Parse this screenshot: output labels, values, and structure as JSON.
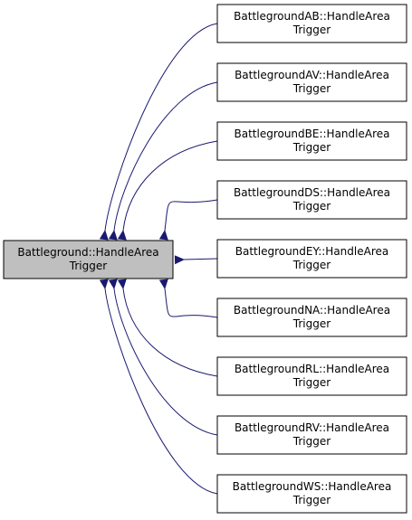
{
  "diagram": {
    "colors": {
      "root_fill": "#bfbfbf",
      "node_fill": "#ffffff",
      "border": "#000000",
      "edge": "#191970",
      "text": "#000000"
    },
    "root": {
      "line1": "Battleground::HandleArea",
      "line2": "Trigger"
    },
    "children": [
      {
        "line1": "BattlegroundAB::HandleArea",
        "line2": "Trigger"
      },
      {
        "line1": "BattlegroundAV::HandleArea",
        "line2": "Trigger"
      },
      {
        "line1": "BattlegroundBE::HandleArea",
        "line2": "Trigger"
      },
      {
        "line1": "BattlegroundDS::HandleArea",
        "line2": "Trigger"
      },
      {
        "line1": "BattlegroundEY::HandleArea",
        "line2": "Trigger"
      },
      {
        "line1": "BattlegroundNA::HandleArea",
        "line2": "Trigger"
      },
      {
        "line1": "BattlegroundRL::HandleArea",
        "line2": "Trigger"
      },
      {
        "line1": "BattlegroundRV::HandleArea",
        "line2": "Trigger"
      },
      {
        "line1": "BattlegroundWS::HandleArea",
        "line2": "Trigger"
      }
    ]
  }
}
